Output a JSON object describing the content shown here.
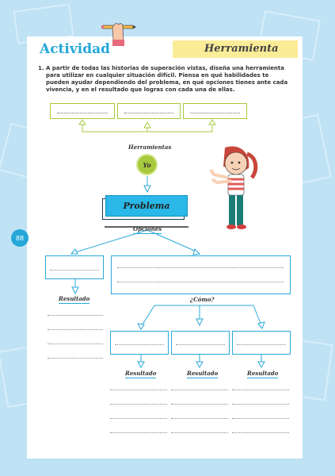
{
  "header": {
    "activity_label": "Actividad",
    "tool_label": "Herramienta"
  },
  "page_number": "88",
  "instruction": {
    "number": "1.",
    "text": "A partir de todas las historias de superación vistas, diseña una herramienta para utilizar en cualquier situación difícil. Piensa en qué habilidades te pueden ayudar dependiendo del problema, en qué opciones tienes ante cada vivencia, y en el resultado que logras con cada una de ellas."
  },
  "diagram": {
    "herramientas_label": "Herramientas",
    "yo_label": "Yo",
    "problema_label": "Problema",
    "opciones_label": "Opciones",
    "resultado_label": "Resultado",
    "como_label": "¿Cómo?"
  },
  "colors": {
    "background": "#bfe2f4",
    "accent_blue": "#25a7d8",
    "accent_green": "#a7c93d",
    "tab_yellow": "#fbec97"
  }
}
